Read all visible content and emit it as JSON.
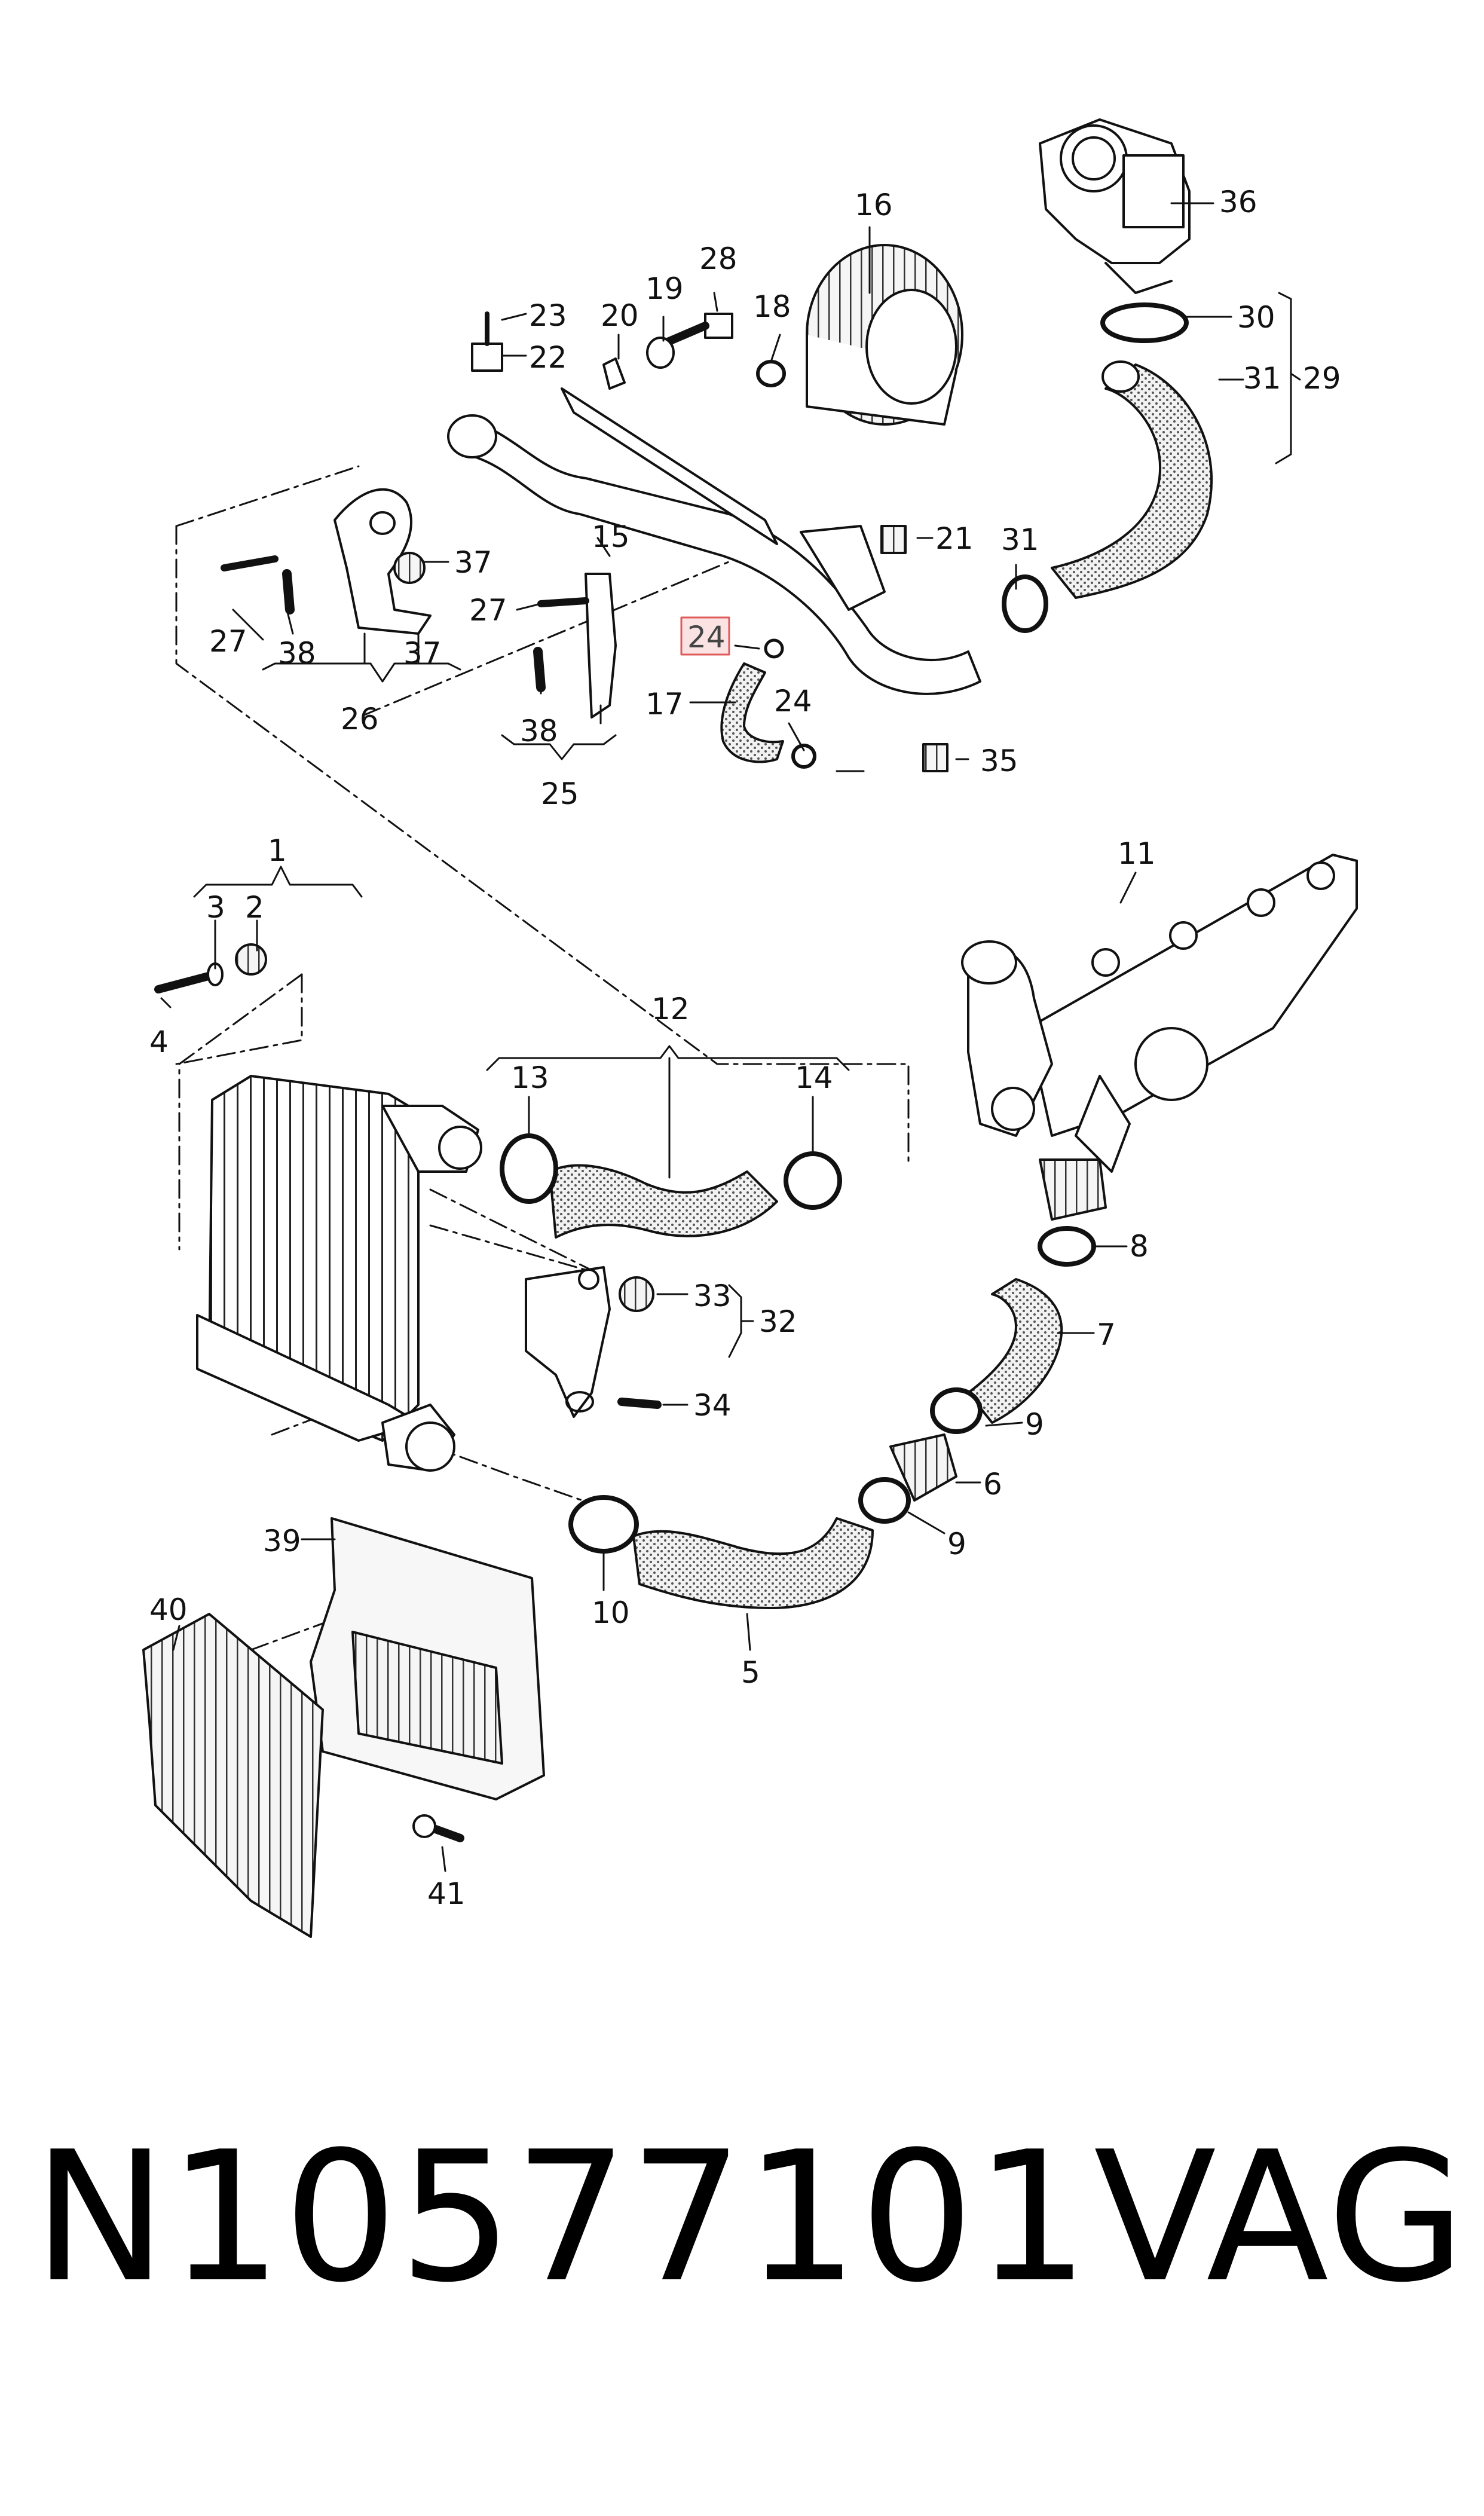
{
  "labels": {
    "l1": "1",
    "l2": "2",
    "l3": "3",
    "l4": "4",
    "l5": "5",
    "l6": "6",
    "l7": "7",
    "l8": "8",
    "l9a": "9",
    "l9b": "9",
    "l10": "10",
    "l11": "11",
    "l12": "12",
    "l13": "13",
    "l14": "14",
    "l15": "15",
    "l16": "16",
    "l17": "17",
    "l18": "18",
    "l19": "19",
    "l20": "20",
    "l21": "21",
    "l22": "22",
    "l23": "23",
    "l24a": "24",
    "l24b": "24",
    "l25": "25",
    "l26": "26",
    "l27a": "27",
    "l27b": "27",
    "l28": "28",
    "l29": "29",
    "l30": "30",
    "l31a": "31",
    "l31b": "31",
    "l32": "32",
    "l33": "33",
    "l34": "34",
    "l35": "35",
    "l36": "36",
    "l37a": "37",
    "l37b": "37",
    "l38a": "38",
    "l38b": "38",
    "l39": "39",
    "l40": "40",
    "l41": "41"
  },
  "highlight": {
    "label": "24",
    "color": "#e05a5a"
  },
  "colors": {
    "line": "#111111",
    "hose_fill": "#d9d9d9",
    "highlight_box": "#fbe3e3"
  },
  "caption": {
    "part_number": "N10577101",
    "brand": "VAG"
  }
}
